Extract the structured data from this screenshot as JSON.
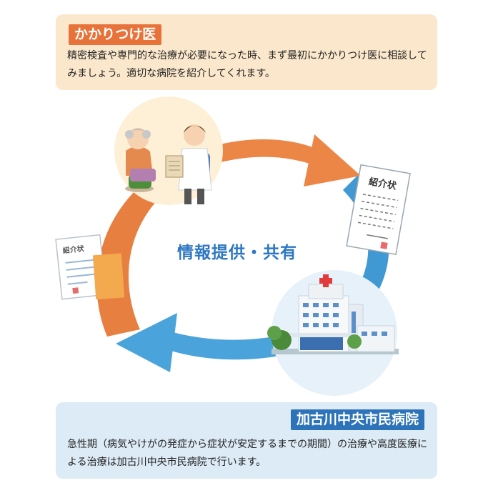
{
  "top_panel": {
    "title": "かかりつけ医",
    "description": "精密検査や専門的な治療が必要になった時、まず最初にかかりつけ医に相談してみましょう。適切な病院を紹介してくれます。"
  },
  "center": {
    "label": "情報提供・共有"
  },
  "letter_label": "紹介状",
  "bottom_panel": {
    "title": "加古川中央市民病院",
    "description": "急性期（病気やけがの発症から症状が安定するまでの期間）の治療や高度医療による治療は加古川中央市民病院で行います。"
  },
  "colors": {
    "orange": "#e8733a",
    "blue": "#2d73b9",
    "arrow_orange": "#ec8647",
    "arrow_blue": "#4aa3da",
    "top_bg": "#fbe8cc",
    "bottom_bg": "#dcebf6"
  },
  "icons": [
    "doctor-patient-illustration",
    "referral-letter-icon",
    "hospital-building-illustration",
    "cycle-arrows"
  ]
}
